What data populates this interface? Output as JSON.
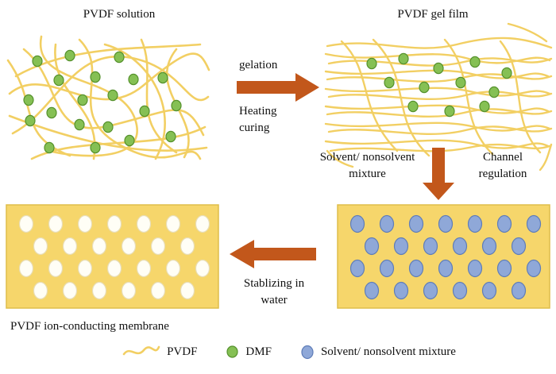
{
  "titles": {
    "pvdf_solution": "PVDF solution",
    "pvdf_gel_film": "PVDF gel film",
    "membrane": "PVDF ion-conducting membrane"
  },
  "steps": {
    "gelation_top": "gelation",
    "gelation_bottom": "Heating\ncuring",
    "down_left": "Solvent/ nonsolvent\nmixture",
    "down_right": "Channel\nregulation",
    "stabilizing": "Stablizing in\nwater"
  },
  "legend": {
    "pvdf": "PVDF",
    "dmf": "DMF",
    "solvent": "Solvent/ nonsolvent mixture"
  },
  "colors": {
    "pvdf_yellow": "#f2cf63",
    "membrane_fill": "#f6d66b",
    "membrane_border": "#dfbd4a",
    "dmf_green": "#85c054",
    "dmf_green_border": "#55912c",
    "solvent_blue": "#8fa8d8",
    "solvent_blue_border": "#5f7db8",
    "water_white": "#fffef6",
    "water_border": "#e8ddb5",
    "arrow_orange": "#c2571b",
    "text": "#111111"
  }
}
